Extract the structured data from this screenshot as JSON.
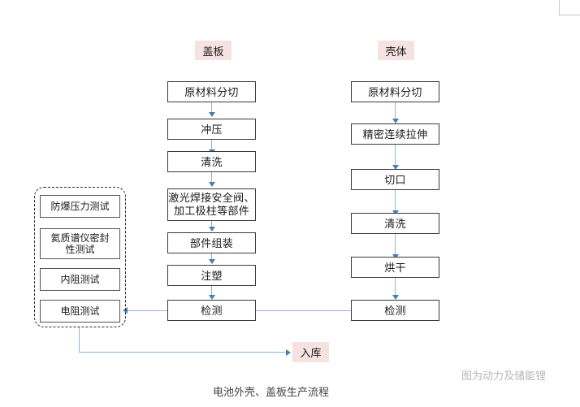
{
  "figure": {
    "caption": "电池外壳、盖板生产流程",
    "watermark": "图为动力及储能锂"
  },
  "colors": {
    "pill_bg": "#f6e2e0",
    "box_border": "#3a3a3a",
    "connector": "#8fb3d9",
    "arrow": "#4a7db5",
    "caption_text": "#444444",
    "watermark_text": "#b7b7b7"
  },
  "columns": {
    "cover_plate": {
      "header": "盖板",
      "steps": [
        {
          "label": "原材料分切"
        },
        {
          "label": "冲压"
        },
        {
          "label": "清洗"
        },
        {
          "label": "激光焊接安全阀、加工极柱等部件",
          "line1": "激光焊接安全阀、",
          "line2": "加工极柱等部件"
        },
        {
          "label": "部件组装"
        },
        {
          "label": "注塑"
        },
        {
          "label": "检测"
        }
      ]
    },
    "shell": {
      "header": "壳体",
      "steps": [
        {
          "label": "原材料分切"
        },
        {
          "label": "精密连续拉伸"
        },
        {
          "label": "切口"
        },
        {
          "label": "清洗"
        },
        {
          "label": "烘干"
        },
        {
          "label": "检测"
        }
      ]
    }
  },
  "test_group": {
    "items": [
      {
        "label": "防爆压力测试"
      },
      {
        "label": "氦质谱仪密封性测试",
        "line1": "氦质谱仪密封",
        "line2": "性测试"
      },
      {
        "label": "内阻测试"
      },
      {
        "label": "电阻测试"
      }
    ]
  },
  "warehouse": {
    "label": "入库"
  }
}
